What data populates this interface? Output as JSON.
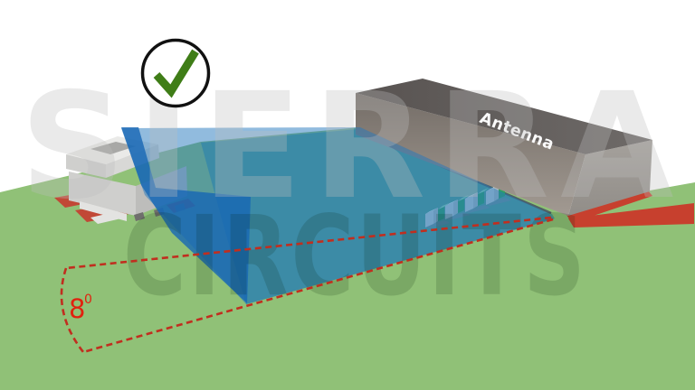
{
  "scene": {
    "title": "antenna-keepout-clearance-diagram",
    "antenna_label": "Antenna",
    "angle_value": "8",
    "angle_exponent": "0",
    "status_icon": "green-checkmark-approved",
    "watermark_top": "SIERRA",
    "watermark_bottom": "CIRCUITS"
  },
  "colors": {
    "background": "#ffffff",
    "pcb_green": "#90c177",
    "ground_plane_teal": "#549e8e",
    "groove_dark": "#4f6165",
    "component_shadow": "#6f9296",
    "radiation_blue": "#2478be",
    "radiation_edge_blue": "#1767b4",
    "antenna_top": "#585351",
    "antenna_top_light": "#6e6a68",
    "antenna_front_top": "#746d67",
    "antenna_front_bottom": "#a29a92",
    "antenna_side": "#a5a19c",
    "antenna_side_dark": "#918d88",
    "antenna_text": "#fafafa",
    "pad_red": "#c14836",
    "keepout_red": "#c7402e",
    "dashed_red": "#c12e1f",
    "angle_red": "#e0220f",
    "check_green": "#3f7d17",
    "circle_black": "#111111",
    "building_light": "#eaeae8",
    "building_mid": "#cfcfcd",
    "building_dark": "#bdbdbb",
    "building_side": "#d8d8d6",
    "building_detail": "#a8a8a6",
    "building_base": "#e3e3e1",
    "foot_dark": "#6f6f6d",
    "component_gray": "#c3ced2",
    "component_gray_side": "#aebabe",
    "component_gray_top": "#edf2f3",
    "component_green": "#2fa060",
    "component_green_top": "#8fd8ae",
    "watermark_light": "#bebebe",
    "watermark_dark": "#001900"
  }
}
